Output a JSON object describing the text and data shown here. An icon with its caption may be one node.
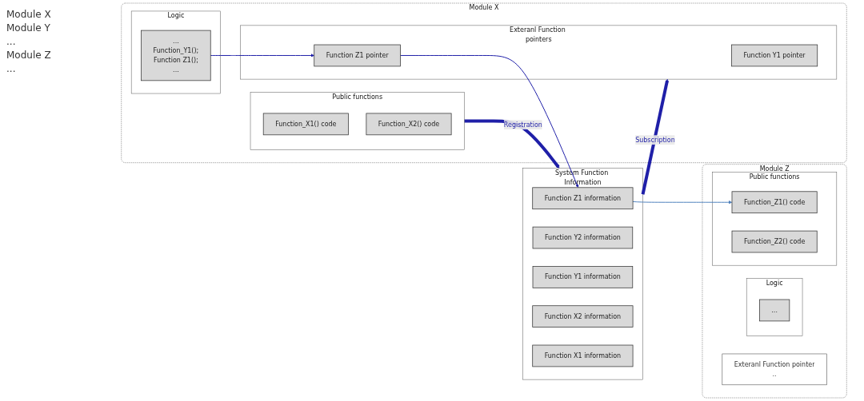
{
  "diagram": {
    "nodes": [
      {
        "text": [
          "Module X"
        ]
      },
      {
        "text": [
          "Logic"
        ],
        "in": 0
      },
      {
        "text": [
          "...",
          "Function_Y1();",
          "Function Z1();",
          "..."
        ],
        "in": 1
      },
      {
        "text": [
          "Public functions"
        ],
        "in": 0
      },
      {
        "text": [
          "Function_X1() code"
        ],
        "in": 3
      },
      {
        "text": [
          "Function_X2() code"
        ],
        "in": 3
      },
      {
        "text": [
          "Exteranl Function pointers"
        ],
        "in": 0
      },
      {
        "text": [
          "Function Y1 pointer"
        ],
        "in": 6
      },
      {
        "text": [
          "Function Z1 pointer"
        ],
        "in": 6
      },
      {
        "text": [
          "System Function Information"
        ]
      },
      {
        "text": [
          "Function X1 information"
        ],
        "in": 9
      },
      {
        "text": [
          "Function X2 information"
        ],
        "in": 9
      },
      {
        "text": [
          "Function Y1 information"
        ],
        "in": 9
      },
      {
        "text": [
          "Function Y2 information"
        ],
        "in": 9
      },
      {
        "text": [
          "Function Z1 information"
        ],
        "in": 9
      },
      {
        "text": [
          "Module Z"
        ]
      },
      {
        "text": [
          "Logic"
        ],
        "in": 15
      },
      {
        "text": [
          "..."
        ],
        "in": 16
      },
      {
        "text": [
          "Public functions"
        ],
        "in": 15
      },
      {
        "text": [
          "Function_Z1() code"
        ],
        "in": 18
      },
      {
        "text": [
          "Function_Z2() code"
        ],
        "in": 18
      },
      {
        "text": [
          "Exteranl Function pointer",
          ".."
        ],
        "in": 15
      }
    ],
    "edges": [
      {
        "from": 3,
        "to": 9,
        "arrow": "to",
        "label": "Registration",
        "style": "thick"
      },
      {
        "from": 9,
        "to": 6,
        "arrow": "to",
        "label": "Subscription",
        "style": "thick"
      },
      {
        "from": 2,
        "to": 8,
        "arrow": "to"
      },
      {
        "from": 8,
        "to": 14,
        "arrow": "to"
      },
      {
        "from": 14,
        "to": 19,
        "arrow": "to",
        "color": "#4f81bd"
      }
    ],
    "labels": [
      "Module X",
      "Module Y",
      "...",
      "Module Z",
      "..."
    ]
  }
}
